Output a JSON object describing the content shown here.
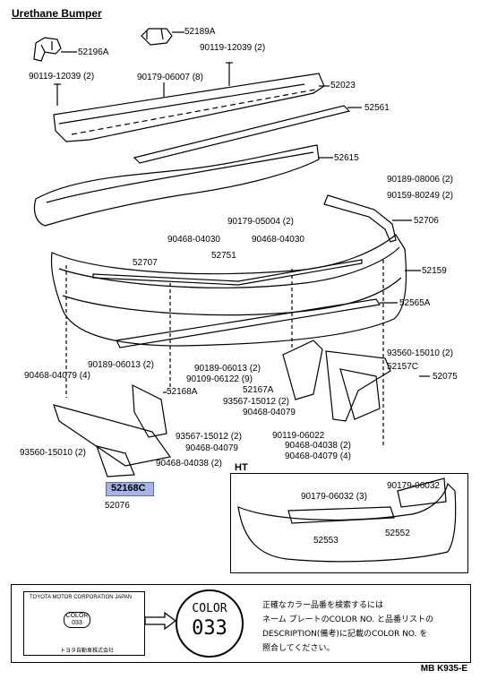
{
  "title": "Urethane Bumper",
  "ht_label": "HT",
  "highlight_part": "52168C",
  "highlight_color": "#a9b4e6",
  "parts": {
    "p52189A": "52189A",
    "p52196A": "52196A",
    "p90119a": "90119-12039 (2)",
    "p90119b": "90119-12039 (2)",
    "p90179a": "90179-06007 (8)",
    "p52023": "52023",
    "p52561": "52561",
    "p52615": "52615",
    "p90189a": "90189-08006 (2)",
    "p90159": "90159-80249 (2)",
    "p90179b": "90179-05004 (2)",
    "p52706": "52706",
    "p90468a": "90468-04030",
    "p90468b": "90468-04030",
    "p52707": "52707",
    "p52751": "52751",
    "p52159": "52159",
    "p52565A": "52565A",
    "p93560a": "93560-15010 (2)",
    "p90189b": "90189-06013 (2)",
    "p90189c": "90189-06013 (2)",
    "p90109": "90109-06122 (9)",
    "p52157C": "52157C",
    "p52075": "52075",
    "p90468c": "90468-04079 (4)",
    "p52168A": "52168A",
    "p52167A": "52167A",
    "p93567a": "93567-15012 (2)",
    "p90468d": "90468-04079",
    "p93567b": "93567-15012 (2)",
    "p90119c": "90119-06022",
    "p90468e": "90468-04038 (2)",
    "p90468f": "90468-04079",
    "p90468g": "90468-04079 (4)",
    "p93560b": "93560-15010 (2)",
    "p90468h": "90468-04038 (2)",
    "p52168C": "52168C",
    "p52076": "52076",
    "p90179c": "90179-06032 (3)",
    "p90179d": "90179-06032",
    "p52553": "52553",
    "p52552": "52552"
  },
  "color_box": {
    "color_label": "COLOR",
    "color_code": "033",
    "plate_line1": "TOYOTA MOTOR CORPORATION JAPAN",
    "plate_line2": "トヨタ自動車株式会社",
    "jp_lines": [
      "正確なカラー品番を検索するには",
      "ネーム プレートのCOLOR NO. と品番リストの",
      "DESCRIPTION(備考)に記載のCOLOR NO. を",
      "照合してください。"
    ]
  },
  "doc_code": "MB K935-E"
}
